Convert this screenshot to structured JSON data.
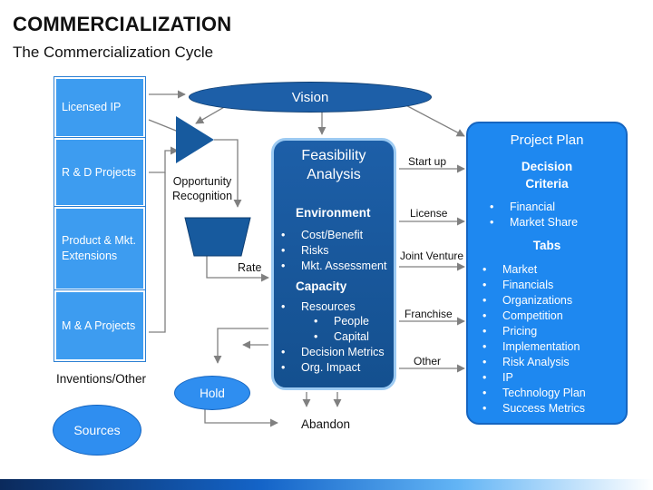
{
  "header": {
    "title": "COMMERCIALIZATION",
    "subtitle": "The Commercialization Cycle"
  },
  "sources": {
    "items": [
      "Licensed IP",
      "R & D Projects",
      "Product & Mkt.\nExtensions",
      "M & A Projects"
    ],
    "footer": "Inventions/Other",
    "oval": "Sources"
  },
  "vision": "Vision",
  "opportunity": "Opportunity\nRecognition",
  "rate": "Rate",
  "hold": "Hold",
  "abandon": "Abandon",
  "feasibility": {
    "title": "Feasibility\nAnalysis",
    "environment": {
      "heading": "Environment",
      "items": [
        "Cost/Benefit",
        "Risks",
        "Mkt. Assessment"
      ]
    },
    "capacity": {
      "heading": "Capacity",
      "resources": "Resources",
      "sub_items": [
        "People",
        "Capital"
      ],
      "items": [
        "Decision Metrics",
        "Org. Impact"
      ]
    }
  },
  "outcomes": [
    "Start up",
    "License",
    "Joint Venture",
    "Franchise",
    "Other"
  ],
  "project_plan": {
    "title": "Project Plan",
    "criteria_heading": "Decision\nCriteria",
    "criteria": [
      "Financial",
      "Market Share"
    ],
    "tabs_heading": "Tabs",
    "tabs": [
      "Market",
      "Financials",
      "Organizations",
      "Competition",
      "Pricing",
      "Implementation",
      "Risk Analysis",
      "IP",
      "Technology Plan",
      "Success Metrics"
    ]
  },
  "colors": {
    "box_blue": "#3d9cf0",
    "dark_blue": "#1d5fa8",
    "plan_blue": "#1e88f0",
    "arrow_gray": "#808080"
  }
}
